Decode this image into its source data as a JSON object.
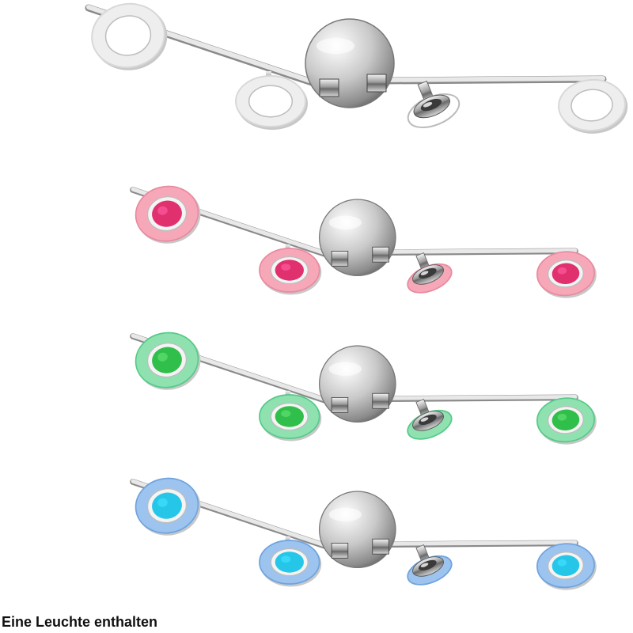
{
  "caption": "Eine Leuchte enthalten",
  "variants": [
    {
      "name": "white",
      "ring": "#eeeeee",
      "rim": "#d8d8d8",
      "core": "#ffffff",
      "glow": "#ffffff"
    },
    {
      "name": "pink",
      "ring": "#f6a8b8",
      "rim": "#e98aa0",
      "core": "#e0306e",
      "glow": "#ff5aa0"
    },
    {
      "name": "green",
      "ring": "#8fe2b0",
      "rim": "#56c98a",
      "core": "#2fbf4a",
      "glow": "#60e070"
    },
    {
      "name": "blue",
      "ring": "#9cc4ee",
      "rim": "#6fa3de",
      "core": "#26c6e8",
      "glow": "#40e0ff"
    }
  ]
}
